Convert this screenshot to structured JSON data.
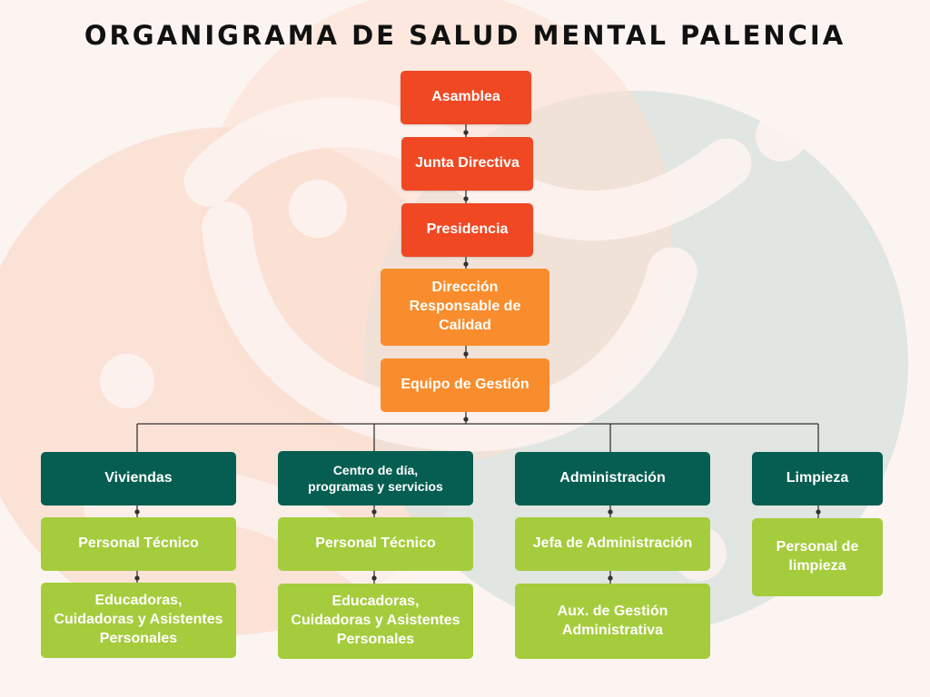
{
  "title": "ORGANIGRAMA DE SALUD MENTAL PALENCIA",
  "colors": {
    "leadership": "#ef4823",
    "management": "#f98d2d",
    "department": "#055e51",
    "staff": "#a5cc3c",
    "connector": "#333333"
  },
  "hierarchy": {
    "asamblea": "Asamblea",
    "junta": "Junta Directiva",
    "presidencia": "Presidencia",
    "direccion_line1": "Dirección",
    "direccion_line2": "Responsable de Calidad",
    "equipo": "Equipo de Gestión"
  },
  "departments": [
    {
      "name": "Viviendas",
      "staff": [
        "Personal Técnico",
        "Educadoras, Cuidadoras y Asistentes Personales"
      ]
    },
    {
      "name_line1": "Centro de día,",
      "name_line2": "programas y servicios",
      "staff": [
        "Personal Técnico",
        "Educadoras, Cuidadoras y Asistentes Personales"
      ]
    },
    {
      "name": "Administración",
      "staff": [
        "Jefa de Administración",
        "Aux. de Gestión Administrativa"
      ]
    },
    {
      "name": "Limpieza",
      "staff": [
        "Personal de limpieza"
      ]
    }
  ]
}
